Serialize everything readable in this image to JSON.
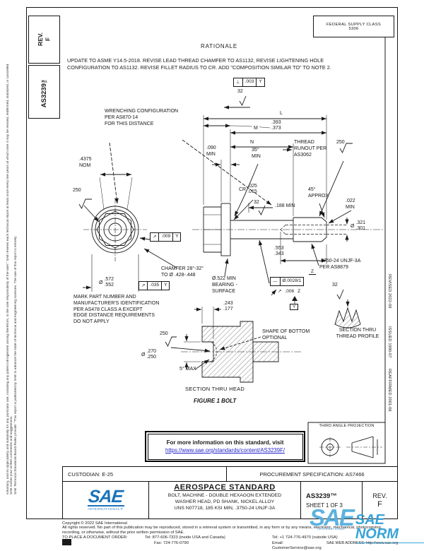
{
  "sidebar": {
    "rev_box": "REV.\nF",
    "doc_box": "AS3239™",
    "margin_note_1": "SAE Technical Standards Board Rules provide: \"This report is published by SAE to advance the state of technical and engineering sciences. The use of this report is entirely",
    "margin_note_2": "voluntary, and its applicability and suitability for any particular use, including any patent infringement arising therefrom, is the sole responsibility of the user.\" SAE reviews each technical report at least once every five years at which time it may be revised, reaffirmed, stabilized, or cancelled. SAE invites your written comments and suggestions."
  },
  "header": {
    "fsc_line1": "FEDERAL SUPPLY CLASS",
    "fsc_line2": "5306",
    "rationale_title": "RATIONALE",
    "rationale_text": "UPDATE TO ASME Y14.5-2018. REVISE LEAD THREAD CHAMFER TO AS1132, REVISE LIGHTENING HOLE\nCONFIGURATION TO AS1132. REVISE FILLET RADIUS TO CR. ADD \"COMPOSITION SIMILAR TO\" TO NOTE 2."
  },
  "right_margin": {
    "revised": "REVISED 2022-09",
    "issued": "ISSUED 1990-07",
    "reaffirmed": "REAFFIRMED 2001-06"
  },
  "figure": {
    "caption": "FIGURE 1    BOLT",
    "section_head": "SECTION THRU HEAD",
    "section_thread": "SECTION THRU\nTHREAD PROFILE",
    "labels": {
      "wrenching": "WRENCHING CONFIGURATION\nPER AS870-14\nFOR THIS DISTANCE",
      "L": "L",
      "M": "M",
      "N": "N",
      "dim_393": {
        "top": ".393",
        "bottom": ".373"
      },
      "dim_090": ".090\nMIN",
      "dim_35": "35°\nMIN",
      "dim_188": ".188 MIN",
      "thread_runout": "THREAD\nRUNOUT PER\nAS3062",
      "finish_250_thread": "250",
      "dim_45": "45°\nAPPROX",
      "dim_022": ".022\nMIN",
      "cr": {
        "prefix": "CR",
        "top": ".025",
        "bottom": ".015"
      },
      "finish_32_fillet": "32",
      "dia_321": {
        "prefix": "Ø",
        "top": ".321",
        "bottom": ".301"
      },
      "dim_553": {
        "top": ".553",
        "bottom": ".343"
      },
      "thread_spec": ".3750-24 UNJF-3A\nPER AS8879",
      "datum_z": "Z",
      "fcf_straightness": {
        "sym": "—",
        "val": "Ø.0028/1"
      },
      "runout_006": {
        "sym": "↗",
        "val": ".006",
        "datum": "Z"
      },
      "datum_y": "Y",
      "fcf_perp": {
        "sym": "⊥",
        "val": ".003",
        "datum": "Y"
      },
      "finish_32_top": "32",
      "bearing": "Ø.522 MIN\nBEARING -\nSURFACE",
      "chamfer": "CHAMFER 28°-32°\nTO Ø .428-.448",
      "dia_572": {
        "prefix": "Ø",
        "top": ".572",
        "bottom": ".552"
      },
      "fcf_runout_009": {
        "sym": "↗",
        "val": ".009",
        "datum": "Y"
      },
      "fcf_runout_035": {
        "sym": "↗",
        "val": ".035",
        "datum": "Y"
      },
      "dim_4375": ".4375\nNOM",
      "finish_250_head": "250",
      "marking": "MARK PART NUMBER AND\nMANUFACTURER'S IDENTIFICATION\nPER AS478 CLASS A EXCEPT\nEDGE DISTANCE REQUIREMENTS\nDO NOT APPLY",
      "dia_270": {
        "prefix": "Ø",
        "top": ".270",
        "bottom": ".250"
      },
      "dim_5max": "5° MAX",
      "finish_250_section": "250",
      "dim_243": {
        "top": ".243",
        "bottom": ".177"
      },
      "shape_bottom": "SHAPE OF BOTTOM\nOPTIONAL",
      "finish_32_profile": "32"
    }
  },
  "projection": {
    "label": "THIRD ANGLE PROJECTION"
  },
  "info_box": {
    "line1": "For more information on this standard, visit",
    "link": "https://www.sae.org/standards/content/AS3239F/"
  },
  "footer": {
    "custodian": "CUSTODIAN: E-25",
    "procurement": "PROCUREMENT SPECIFICATION: AS7466",
    "standard_type": "AEROSPACE STANDARD",
    "title": "BOLT, MACHINE - DOUBLE HEXAGON EXTENDED\nWASHER HEAD, PD SHANK, NICKEL ALLOY\nUNS N07718, 185 KSI MIN, .3750-24 UNJF-3A",
    "doc_number": "AS3239™",
    "sheet": "SHEET 1 OF 3",
    "rev_label": "REV.",
    "rev_value": "F",
    "logo_text": "SAE",
    "logo_sub": "INTERNATIONAL®"
  },
  "copyright": {
    "line1": "Copyright © 2022 SAE International",
    "line2": "All rights reserved. No part of this publication may be reproduced, stored in a retrieval system or transmitted, in any form or by any means, electronic, mechanical, photocopying, recording, or otherwise, without the prior written permission of SAE.",
    "order": "TO PLACE A DOCUMENT ORDER:",
    "tel1": "Tel: 877-606-7323 (inside USA and Canada)",
    "tel2": "Tel: +1 724-776-4970 (outside USA)",
    "fax": "Fax: 724-776-0790",
    "email": "Email: CustomerService@sae.org",
    "web": "SAE WEB ADDRESS: http://www.sae.org"
  },
  "watermark": {
    "sae": "SAE",
    "norm": "SAE NORM",
    "sub": "INTERNATIONAL"
  }
}
